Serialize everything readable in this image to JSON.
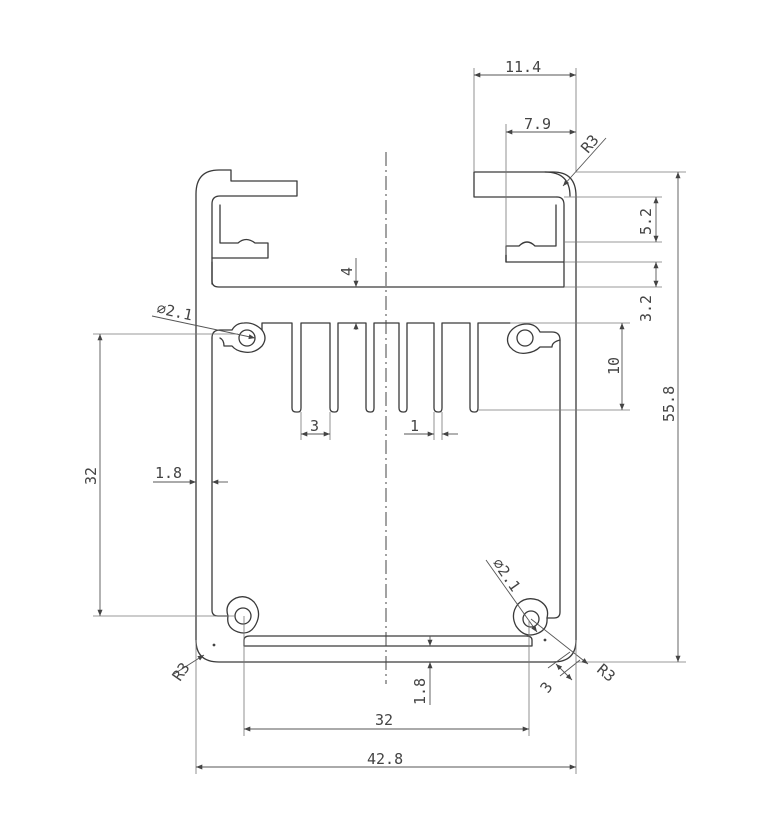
{
  "dimensions": {
    "top_width_right": "11.4",
    "slot_width_right": "7.9",
    "corner_radius_top_right": "R3",
    "rail_height": "5.2",
    "rail_gap": "3.2",
    "overall_height": "55.8",
    "fin_root_depth": "4",
    "hole_diameter_top_left": "⌀2.1",
    "hole_spacing_vertical": "32",
    "fin_depth": "10",
    "fin_pitch": "3",
    "fin_thickness": "1",
    "wall_thickness_side": "1.8",
    "hole_diameter_bottom_right": "⌀2.1",
    "corner_radius_bottom_left": "R3",
    "corner_radius_bottom_right": "R3",
    "hole_offset_bottom": "3",
    "wall_thickness_bottom": "1.8",
    "hole_spacing_horizontal": "32",
    "overall_width": "42.8"
  }
}
